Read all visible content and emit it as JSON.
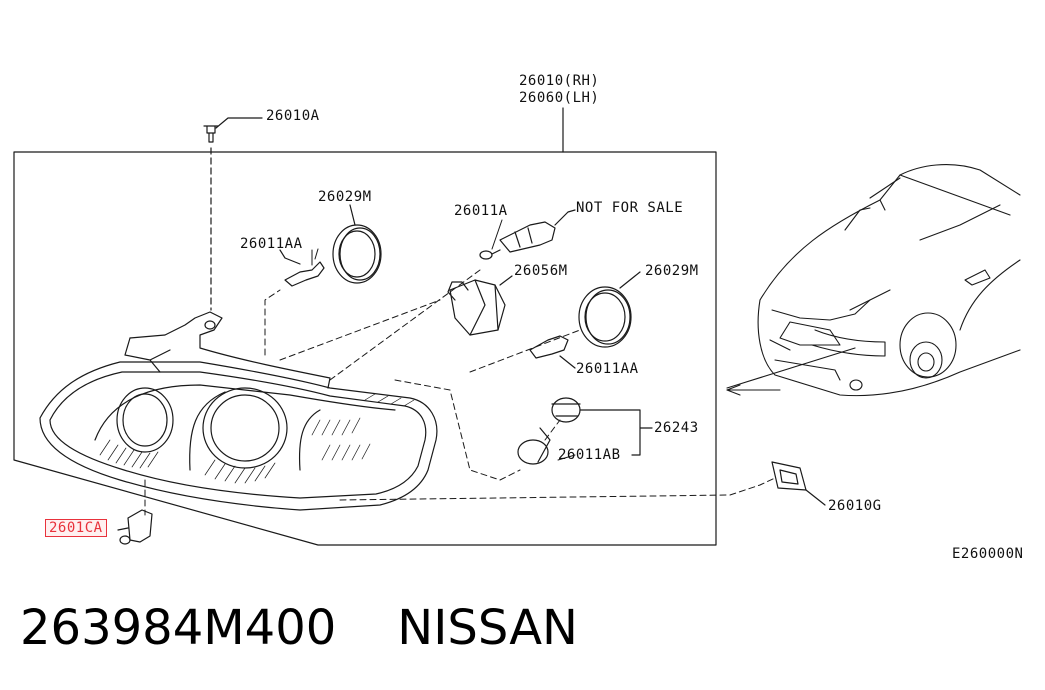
{
  "diagram": {
    "assembly_label_rh": "26010(RH)",
    "assembly_label_lh": "26060(LH)",
    "part_labels": {
      "screw": "26010A",
      "socket_ring_top": "26029M",
      "bulb_aa_top": "26011AA",
      "bulb_a": "26011A",
      "not_for_sale": "NOT FOR SALE",
      "bulb_socket": "26056M",
      "socket_ring_right": "26029M",
      "bulb_aa_mid": "26011AA",
      "bulb_socket_assy": "26243",
      "bulb_ab": "26011AB",
      "cap": "26010G",
      "bracket_highlighted": "2601CA"
    },
    "figure_code": "E260000N"
  },
  "caption": {
    "part_number": "263984M400",
    "brand": "NISSAN"
  },
  "colors": {
    "line": "#1a1a1a",
    "highlight": "#e8323c",
    "background": "#ffffff"
  }
}
